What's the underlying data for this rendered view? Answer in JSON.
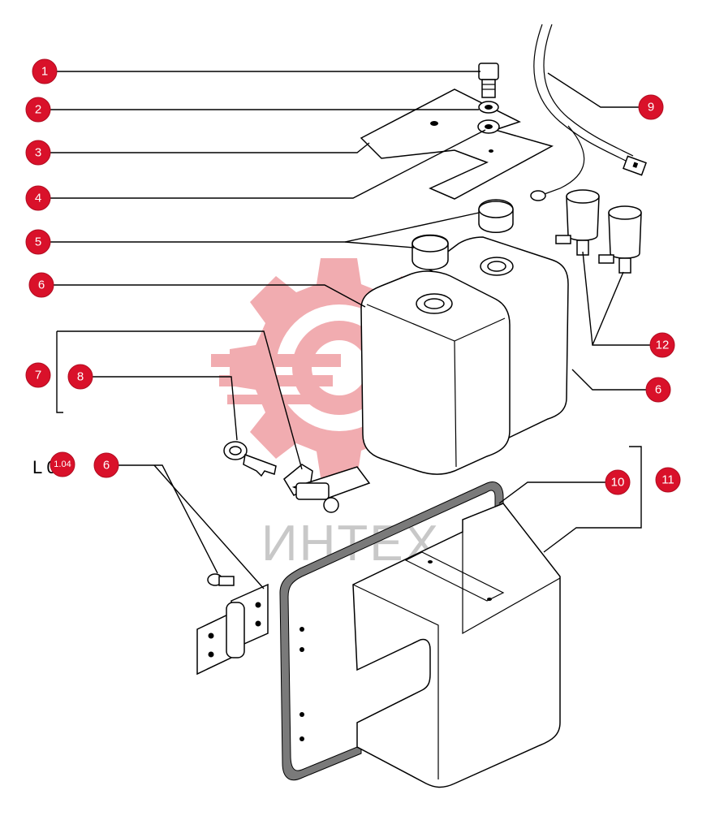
{
  "diagram": {
    "callouts": [
      {
        "id": "callout-1",
        "label": "1"
      },
      {
        "id": "callout-2",
        "label": "2"
      },
      {
        "id": "callout-3",
        "label": "3"
      },
      {
        "id": "callout-4",
        "label": "4"
      },
      {
        "id": "callout-5",
        "label": "5"
      },
      {
        "id": "callout-6a",
        "label": "6"
      },
      {
        "id": "callout-7",
        "label": "7"
      },
      {
        "id": "callout-8",
        "label": "8"
      },
      {
        "id": "callout-9",
        "label": "9"
      },
      {
        "id": "callout-12",
        "label": "12"
      },
      {
        "id": "callout-6b",
        "label": "6"
      },
      {
        "id": "callout-1-04",
        "label": "1.04"
      },
      {
        "id": "callout-6c",
        "label": "6"
      },
      {
        "id": "callout-10",
        "label": "10"
      },
      {
        "id": "callout-11",
        "label": "11"
      }
    ],
    "reference_text": "L  04",
    "watermark": {
      "text": "ИНТЕХ",
      "color": "#e8393f"
    },
    "badge_color": "#d9112a"
  }
}
